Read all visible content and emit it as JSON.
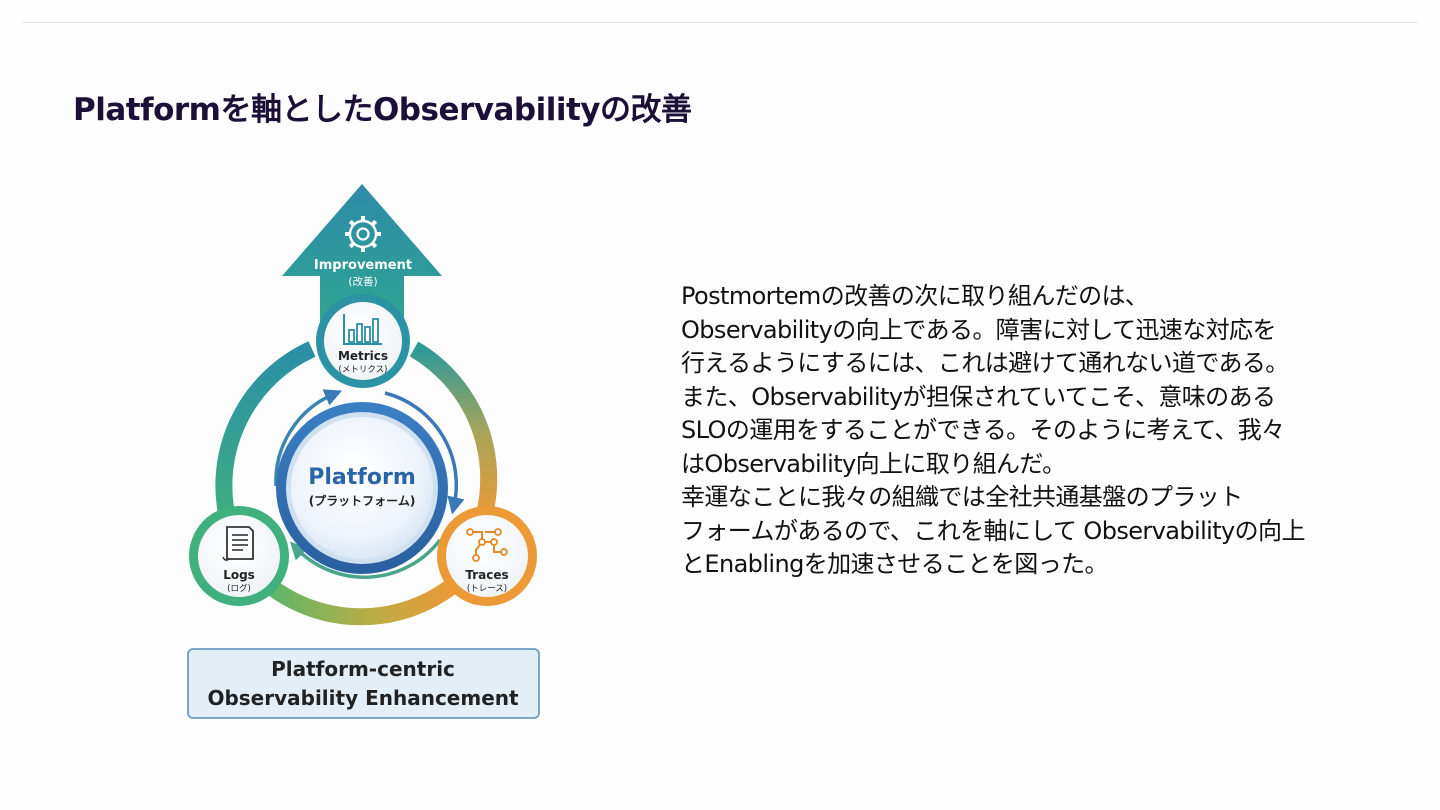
{
  "slide": {
    "title": "Platformを軸としたObservabilityの改善"
  },
  "diagram": {
    "improvement": {
      "label": "Improvement",
      "sub": "(改善)",
      "icon": "gear-icon"
    },
    "platform": {
      "label": "Platform",
      "sub": "(プラットフォーム)"
    },
    "metrics": {
      "label": "Metrics",
      "sub": "(メトリクス)",
      "icon": "bar-chart-icon"
    },
    "logs": {
      "label": "Logs",
      "sub": "(ログ)",
      "icon": "document-icon"
    },
    "traces": {
      "label": "Traces",
      "sub": "(トレース)",
      "icon": "trace-path-icon"
    },
    "caption": {
      "line1": "Platform-centric",
      "line2": "Observability Enhancement"
    },
    "colors": {
      "teal": "#2a8fa6",
      "green": "#3daf86",
      "orange": "#e9973a",
      "blue": "#2f6fb8",
      "caption_bg": "#e3eef7"
    }
  },
  "body": {
    "lines": [
      "Postmortemの改善の次に取り組んだのは、",
      "Observabilityの向上である。障害に対して迅速な対応を",
      "行えるようにするには、これは避けて通れない道である。",
      "また、Observabilityが担保されていてこそ、意味のある",
      "SLOの運用をすることができる。そのように考えて、我々",
      "はObservability向上に取り組んだ。",
      "幸運なことに我々の組織では全社共通基盤のプラット",
      "フォームがあるので、これを軸にして Observabilityの向上",
      "とEnablingを加速させることを図った。"
    ]
  }
}
